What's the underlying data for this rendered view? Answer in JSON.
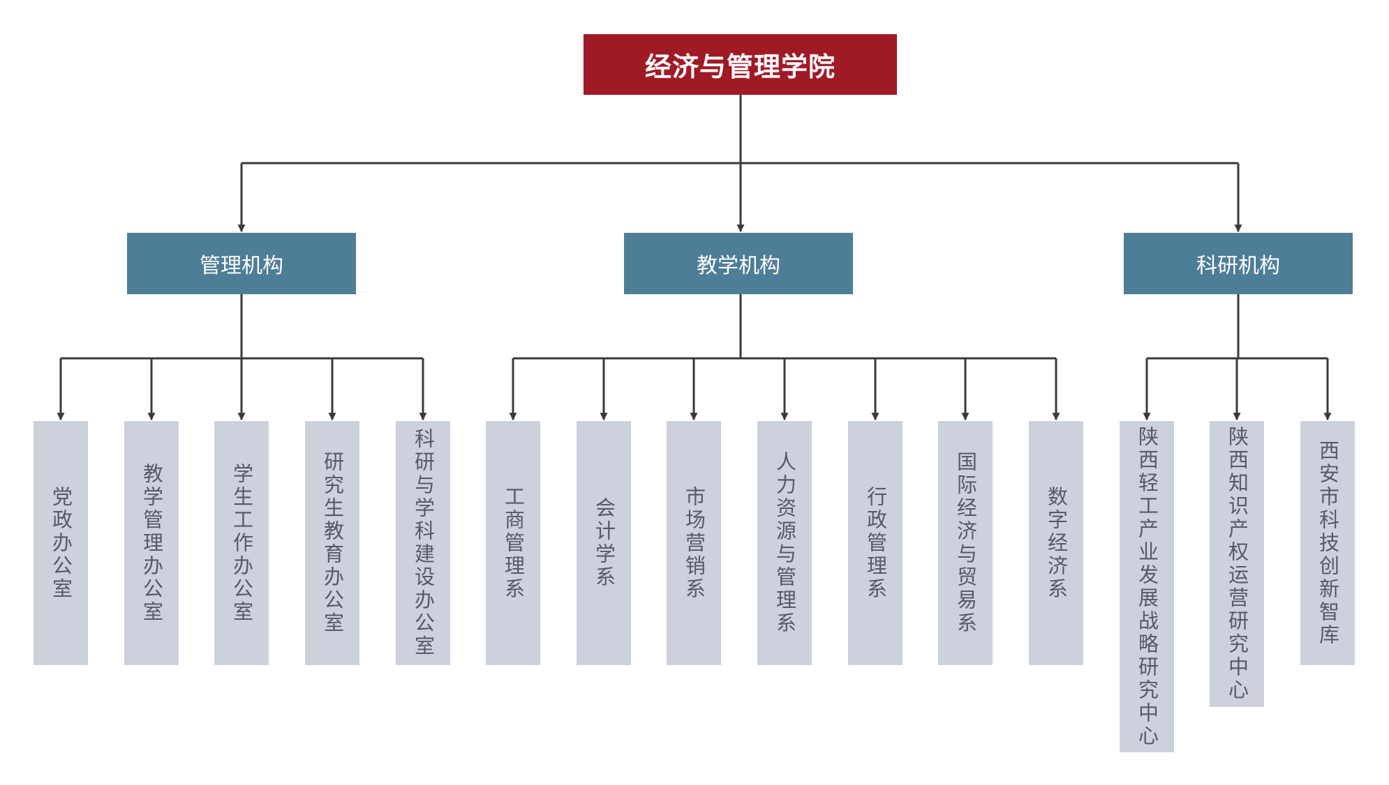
{
  "colors": {
    "root_fill": "#a01a26",
    "category_fill": "#4e7d97",
    "leaf_fill": "#cdd1db",
    "leaf_text": "#555a66",
    "connector": "#3a3a3a"
  },
  "root": {
    "label": "经济与管理学院"
  },
  "categories": [
    {
      "label": "管理机构",
      "children": [
        "党政办公室",
        "教学管理办公室",
        "学生工作办公室",
        "研究生教育办公室",
        "科研与学科建设办公室"
      ]
    },
    {
      "label": "教学机构",
      "children": [
        "工商管理系",
        "会计学系",
        "市场营销系",
        "人力资源与管理系",
        "行政管理系",
        "国际经济与贸易系",
        "数字经济系"
      ]
    },
    {
      "label": "科研机构",
      "children": [
        "陕西轻工产业发展战略研究中心",
        "陕西知识产权运营研究中心",
        "西安市科技创新智库"
      ]
    }
  ]
}
